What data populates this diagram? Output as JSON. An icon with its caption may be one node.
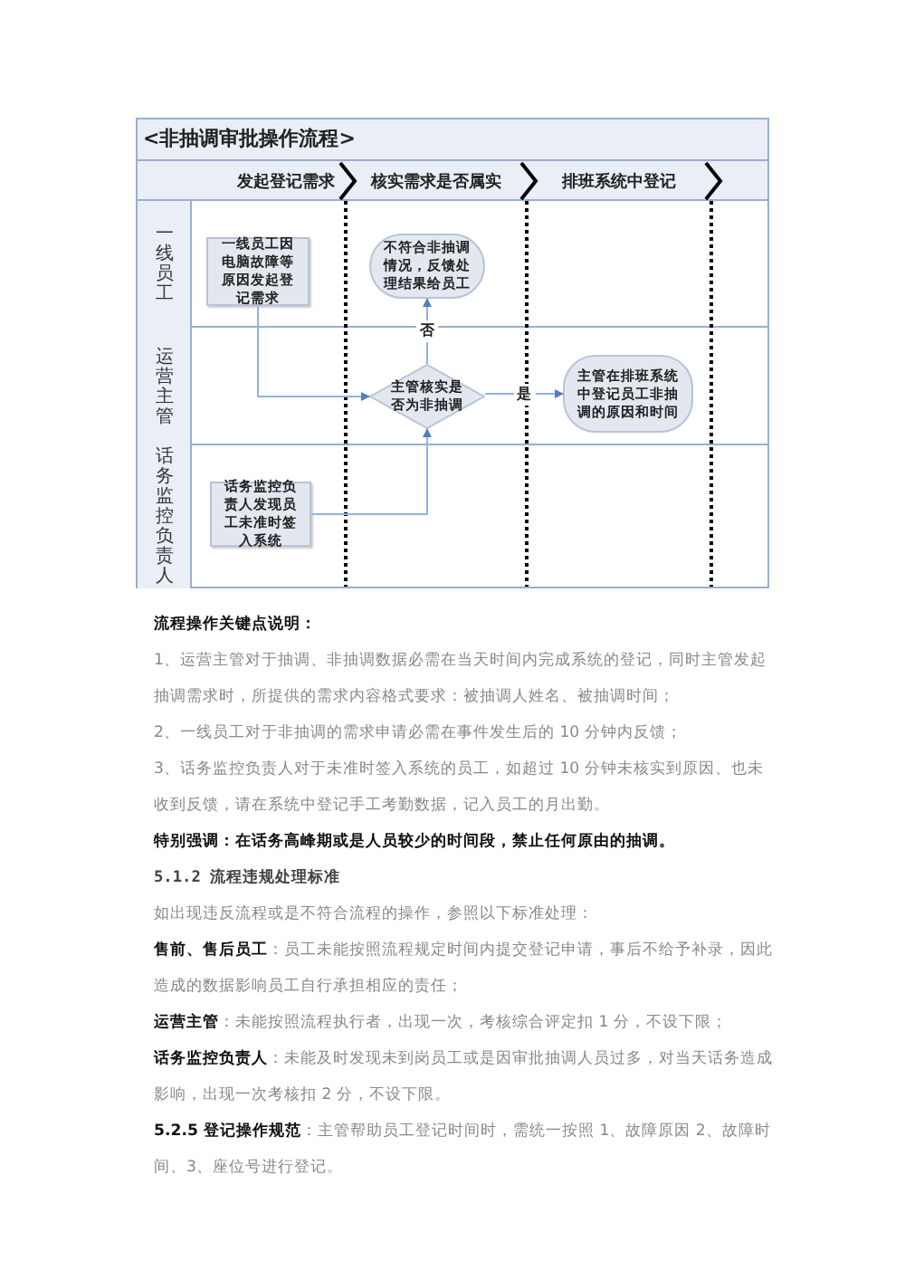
{
  "diagram": {
    "title": "<非抽调审批操作流程>",
    "nodes": [
      {
        "text": [
          "一线员工"
        ]
      },
      {
        "text": [
          "一线员工因电脑故障等原因发起登记需求"
        ],
        "in": 0
      },
      {
        "text": [
          "不符合非抽调情况，反馈处理结果给员工"
        ],
        "in": 0
      },
      {
        "text": [
          "运营主管"
        ]
      },
      {
        "text": [
          "主管核实是否为非抽调"
        ],
        "in": 3
      },
      {
        "text": [
          "主管在排班系统中登记员工非抽调的原因和时间"
        ],
        "in": 3
      },
      {
        "text": [
          "话务监控负责人"
        ]
      },
      {
        "text": [
          "话务监控负责人发现员工未准时签入系统"
        ],
        "in": 6
      }
    ],
    "edges": [
      {
        "from": 1,
        "to": 4,
        "arrow": "to"
      },
      {
        "from": 7,
        "to": 4,
        "arrow": "to"
      },
      {
        "from": 4,
        "to": 2,
        "label": "否",
        "arrow": "to"
      },
      {
        "from": 4,
        "to": 5,
        "label": "是",
        "arrow": "to"
      }
    ],
    "labels": [
      "发起登记需求",
      "核实需求是否属实",
      "排班系统中登记",
      "流程操作关键点说明：",
      "1、运营主管对于抽调、非抽调数据必需在当天时间内完成系统的登记，同时主管发起抽调需求时，所提供的需求内容格式要求：被抽调人姓名、被抽调时间；",
      "2、一线员工对于非抽调的需求申请必需在事件发生后的 10 分钟内反馈；",
      "3、话务监控负责人对于未准时签入系统的员工，如超过 10 分钟未核实到原因、也未收到反馈，请在系统中登记手工考勤数据，记入员工的月出勤。",
      "特别强调：在话务高峰期或是人员较少的时间段，禁止任何原由的抽调。",
      "5.1.2 流程违规处理标准",
      "如出现违反流程或是不符合流程的操作，参照以下标准处理：",
      "**售前、售后员工**：员工未能按照流程规定时间内提交登记申请，事后不给予补录，因此造成的数据影响员工自行承担相应的责任；",
      "**运营主管**：未能按照流程执行者，出现一次，考核综合评定扣 1 分，不设下限；",
      "**话务监控负责人**：未能及时发现未到岗员工或是因审批抽调人员过多，对当天话务造成影响，出现一次考核扣 2 分，不设下限。",
      "**5.2.5 登记操作规范**：主管帮助员工登记时间时，需统一按照 1、故障原因 2、故障时间、3、座位号进行登记。"
    ]
  }
}
